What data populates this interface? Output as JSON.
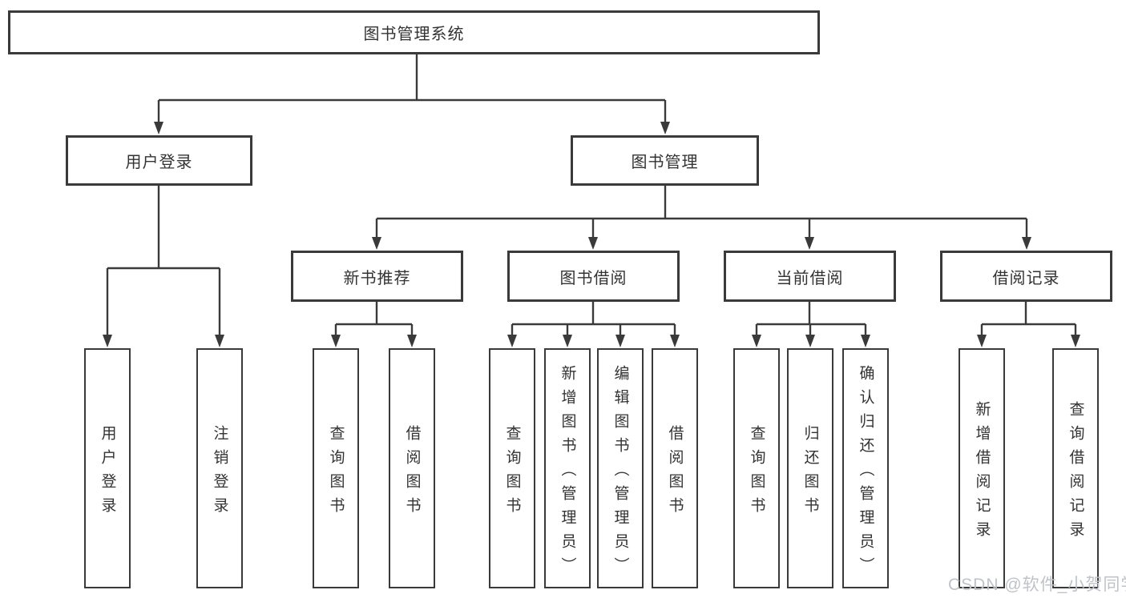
{
  "diagram_type": "hierarchy-tree",
  "root": {
    "label": "图书管理系统",
    "children": [
      {
        "label": "用户登录",
        "children": [
          {
            "label": "用户登录"
          },
          {
            "label": "注销登录"
          }
        ]
      },
      {
        "label": "图书管理",
        "children": [
          {
            "label": "新书推荐",
            "children": [
              {
                "label": "查询图书"
              },
              {
                "label": "借阅图书"
              }
            ]
          },
          {
            "label": "图书借阅",
            "children": [
              {
                "label": "查询图书"
              },
              {
                "label": "新增图书（管理员）"
              },
              {
                "label": "编辑图书（管理员）"
              },
              {
                "label": "借阅图书"
              }
            ]
          },
          {
            "label": "当前借阅",
            "children": [
              {
                "label": "查询图书"
              },
              {
                "label": "归还图书"
              },
              {
                "label": "确认归还（管理员）"
              }
            ]
          },
          {
            "label": "借阅记录",
            "children": [
              {
                "label": "新增借阅记录"
              },
              {
                "label": "查询借阅记录"
              }
            ]
          }
        ]
      }
    ]
  },
  "watermark": "CSDN @软件_小贺同学",
  "colors": {
    "line": "#3a3a3a",
    "box_border": "#3a3a3a",
    "text": "#333333",
    "watermark": "#bfc3c8",
    "background": "#ffffff"
  }
}
